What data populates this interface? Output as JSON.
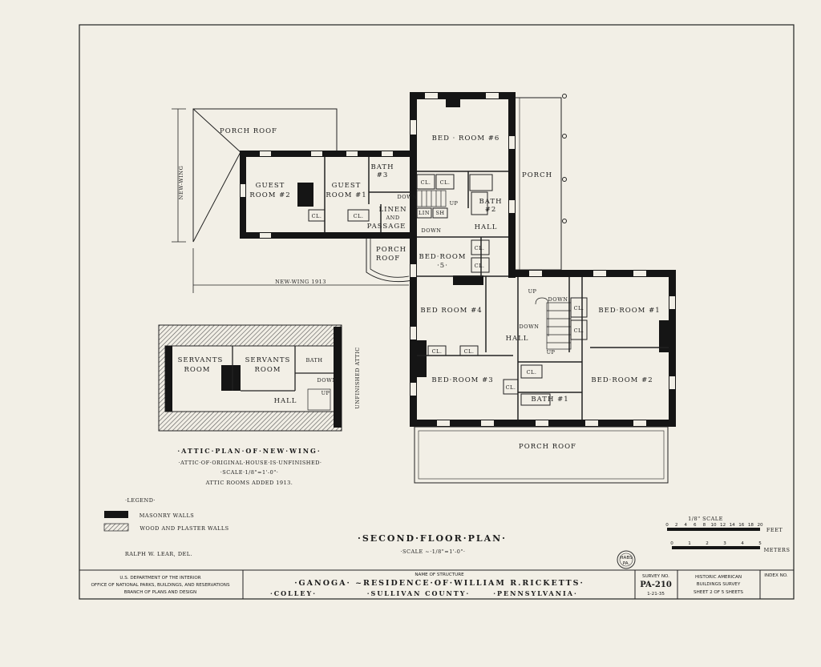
{
  "wing": {
    "porch_roof_top": "PORCH ROOF",
    "guest_room_2": [
      "GUEST",
      "ROOM #2"
    ],
    "guest_room_1": [
      "GUEST",
      "ROOM #1"
    ],
    "bath_3": [
      "BATH",
      "#3"
    ],
    "linen": [
      "LINEN",
      "AND",
      "PASSAGE"
    ],
    "porch_roof_small": [
      "PORCH",
      "ROOF"
    ],
    "side_label": "NEW-WING",
    "bottom_label": "NEW-WING 1913"
  },
  "main": {
    "bed_room_6": "BED · ROOM #6",
    "porch": "PORCH",
    "bath_2": [
      "BATH",
      "#2"
    ],
    "hall_upper": "HALL",
    "bed_room_5": [
      "BED·ROOM",
      "·5·"
    ],
    "bed_room_4": "BED ROOM #4",
    "hall_center": "HALL",
    "bed_room_1": "BED·ROOM #1",
    "bed_room_2": "BED·ROOM #2",
    "bed_room_3": "BED·ROOM #3",
    "bath_1": "BATH #1",
    "porch_roof_bottom": "PORCH ROOF",
    "cl": "CL.",
    "up": "UP",
    "down": "DOWN",
    "lin": "LIN",
    "sh": "SH"
  },
  "attic": {
    "servants_room_1": [
      "SERVANTS",
      "ROOM"
    ],
    "servants_room_2": [
      "SERVANTS",
      "ROOM"
    ],
    "bath": "BATH",
    "down": "DOWN",
    "up": "UP",
    "hall": "HALL",
    "unfinished": "UNFINISHED ATTIC",
    "title": "·ATTIC·PLAN·OF·NEW·WING·",
    "note": "·ATTIC·OF·ORIGINAL·HOUSE·IS·UNFINISHED·",
    "scale": "·SCALE·1/8\"=1'-0\"·",
    "added": "ATTIC ROOMS ADDED 1913."
  },
  "legend": {
    "heading": "·LEGEND·",
    "masonry": "MASONRY WALLS",
    "wood": "WOOD AND PLASTER WALLS"
  },
  "drawing": {
    "title": "·SECOND·FLOOR·PLAN·",
    "scale": "·SCALE ~·1/8\"=1'-0\"·",
    "delineator": "RALPH W. LEAR, DEL.",
    "scale_bar_title": "1/8\" SCALE",
    "feet_ticks": [
      "0",
      "2",
      "4",
      "6",
      "8",
      "10",
      "12",
      "14",
      "16",
      "18",
      "20"
    ],
    "feet_unit": "FEET",
    "meter_ticks": [
      "0",
      "1",
      "2",
      "3",
      "4",
      "5"
    ],
    "meter_unit": "METERS",
    "stamp": [
      "HABS",
      "PA."
    ]
  },
  "title_block": {
    "agency_line1": "U.S. DEPARTMENT OF THE INTERIOR",
    "agency_line2": "OFFICE OF NATIONAL PARKS, BUILDINGS, AND RESERVATIONS",
    "agency_line3": "BRANCH OF PLANS AND DESIGN",
    "structure_caption": "NAME OF STRUCTURE",
    "structure_name": "·GANOGA·  ~RESIDENCE·OF·WILLIAM R.RICKETTS·",
    "location_1": "·COLLEY·",
    "location_2": "·SULLIVAN COUNTY·",
    "location_3": "·PENNSYLVANIA·",
    "survey_caption": "SURVEY NO.",
    "survey_no": "PA-210",
    "survey_date": "1-21-35",
    "habs_line1": "HISTORIC AMERICAN",
    "habs_line2": "BUILDINGS SURVEY",
    "sheet": "SHEET 2 OF 5 SHEETS",
    "index_caption": "INDEX NO."
  }
}
